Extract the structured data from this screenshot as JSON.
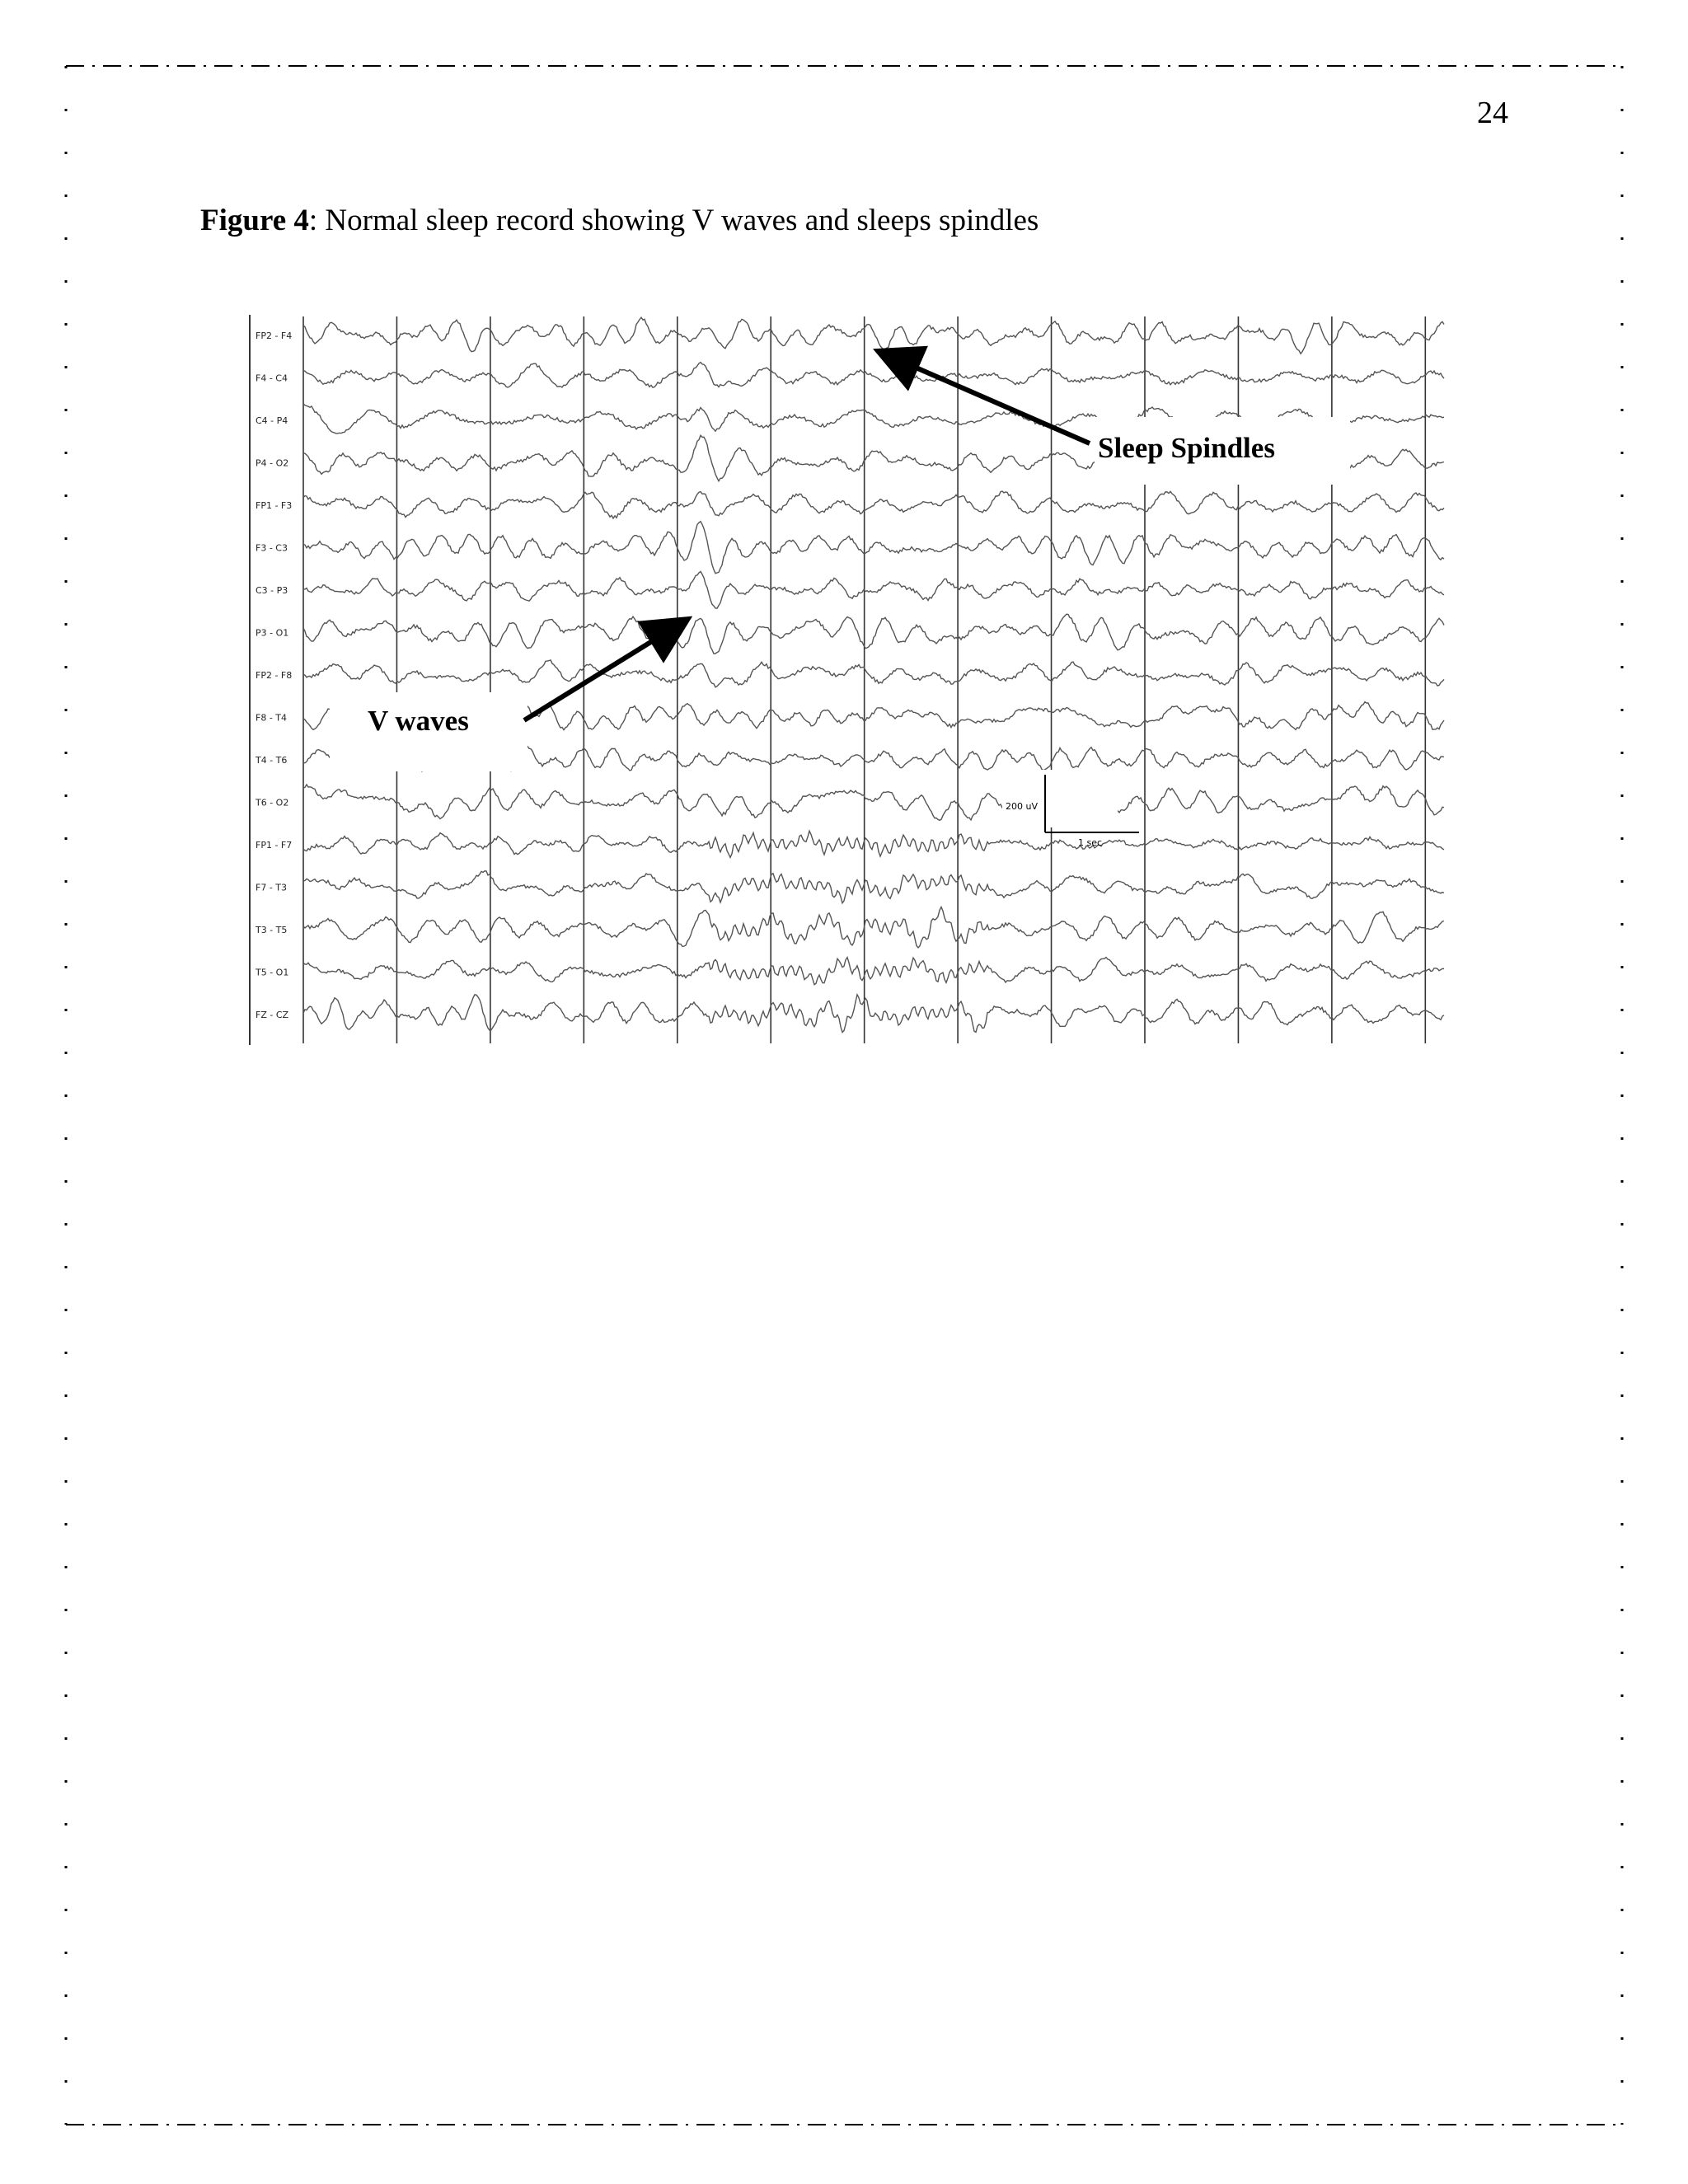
{
  "page_number": "24",
  "caption": {
    "label": "Figure 4",
    "text": ": Normal sleep record showing V waves and sleeps spindles"
  },
  "figure": {
    "channels": [
      "FP2 - F4",
      "F4 - C4",
      "C4 - P4",
      "P4 - O2",
      "FP1 - F3",
      "F3 - C3",
      "C3 - P3",
      "P3 - O1",
      "FP2 - F8",
      "F8 - T4",
      "T4 - T6",
      "T6 - O2",
      "FP1 - F7",
      "F7 - T3",
      "T3 - T5",
      "T5 - O1",
      "FZ - CZ"
    ],
    "annotations": {
      "spindles": "Sleep Spindles",
      "vwaves": "V waves"
    },
    "scale_bar": {
      "amplitude": "200 uV",
      "time": "1 sec"
    },
    "colors": {
      "trace": "#555555",
      "grid": "#333333",
      "arrow": "#000000"
    }
  }
}
